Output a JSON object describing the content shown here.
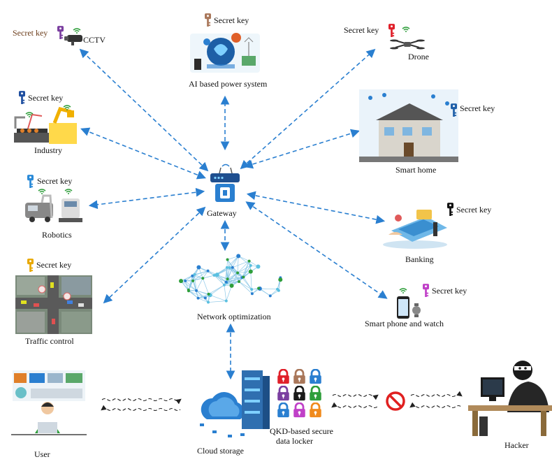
{
  "secret_key_label": "Secret key",
  "nodes": {
    "cctv": "CCTV",
    "ai_power": "AI based power system",
    "drone": "Drone",
    "industry": "Industry",
    "smart_home": "Smart home",
    "robotics": "Robotics",
    "gateway": "Gateway",
    "banking": "Banking",
    "traffic_control": "Traffic control",
    "network_optimization": "Network optimization",
    "smart_phone_watch": "Smart phone and watch",
    "user": "User",
    "cloud_storage": "Cloud storage",
    "qkd_line1": "QKD-based secure",
    "qkd_line2": "data locker",
    "hacker": "Hacker"
  },
  "key_colors": {
    "cctv": "#7b3fa0",
    "ai_power": "#a9775a",
    "drone": "#e0202a",
    "industry": "#1f4fa0",
    "smart_home": "#1f5fa8",
    "robotics": "#2a8ad8",
    "banking": "#111111",
    "traffic_control": "#e8a800",
    "smart_phone_watch": "#c040c8"
  },
  "colors": {
    "arrow": "#2a7fd0",
    "wave": "#222222",
    "block_sign": "#e02020"
  },
  "lock_colors": [
    "#e0202a",
    "#a9775a",
    "#2a7fd0",
    "#7b3fa0",
    "#1a1a1a",
    "#2e9e3a",
    "#2a7fd0",
    "#c040c8",
    "#f08a1c"
  ]
}
